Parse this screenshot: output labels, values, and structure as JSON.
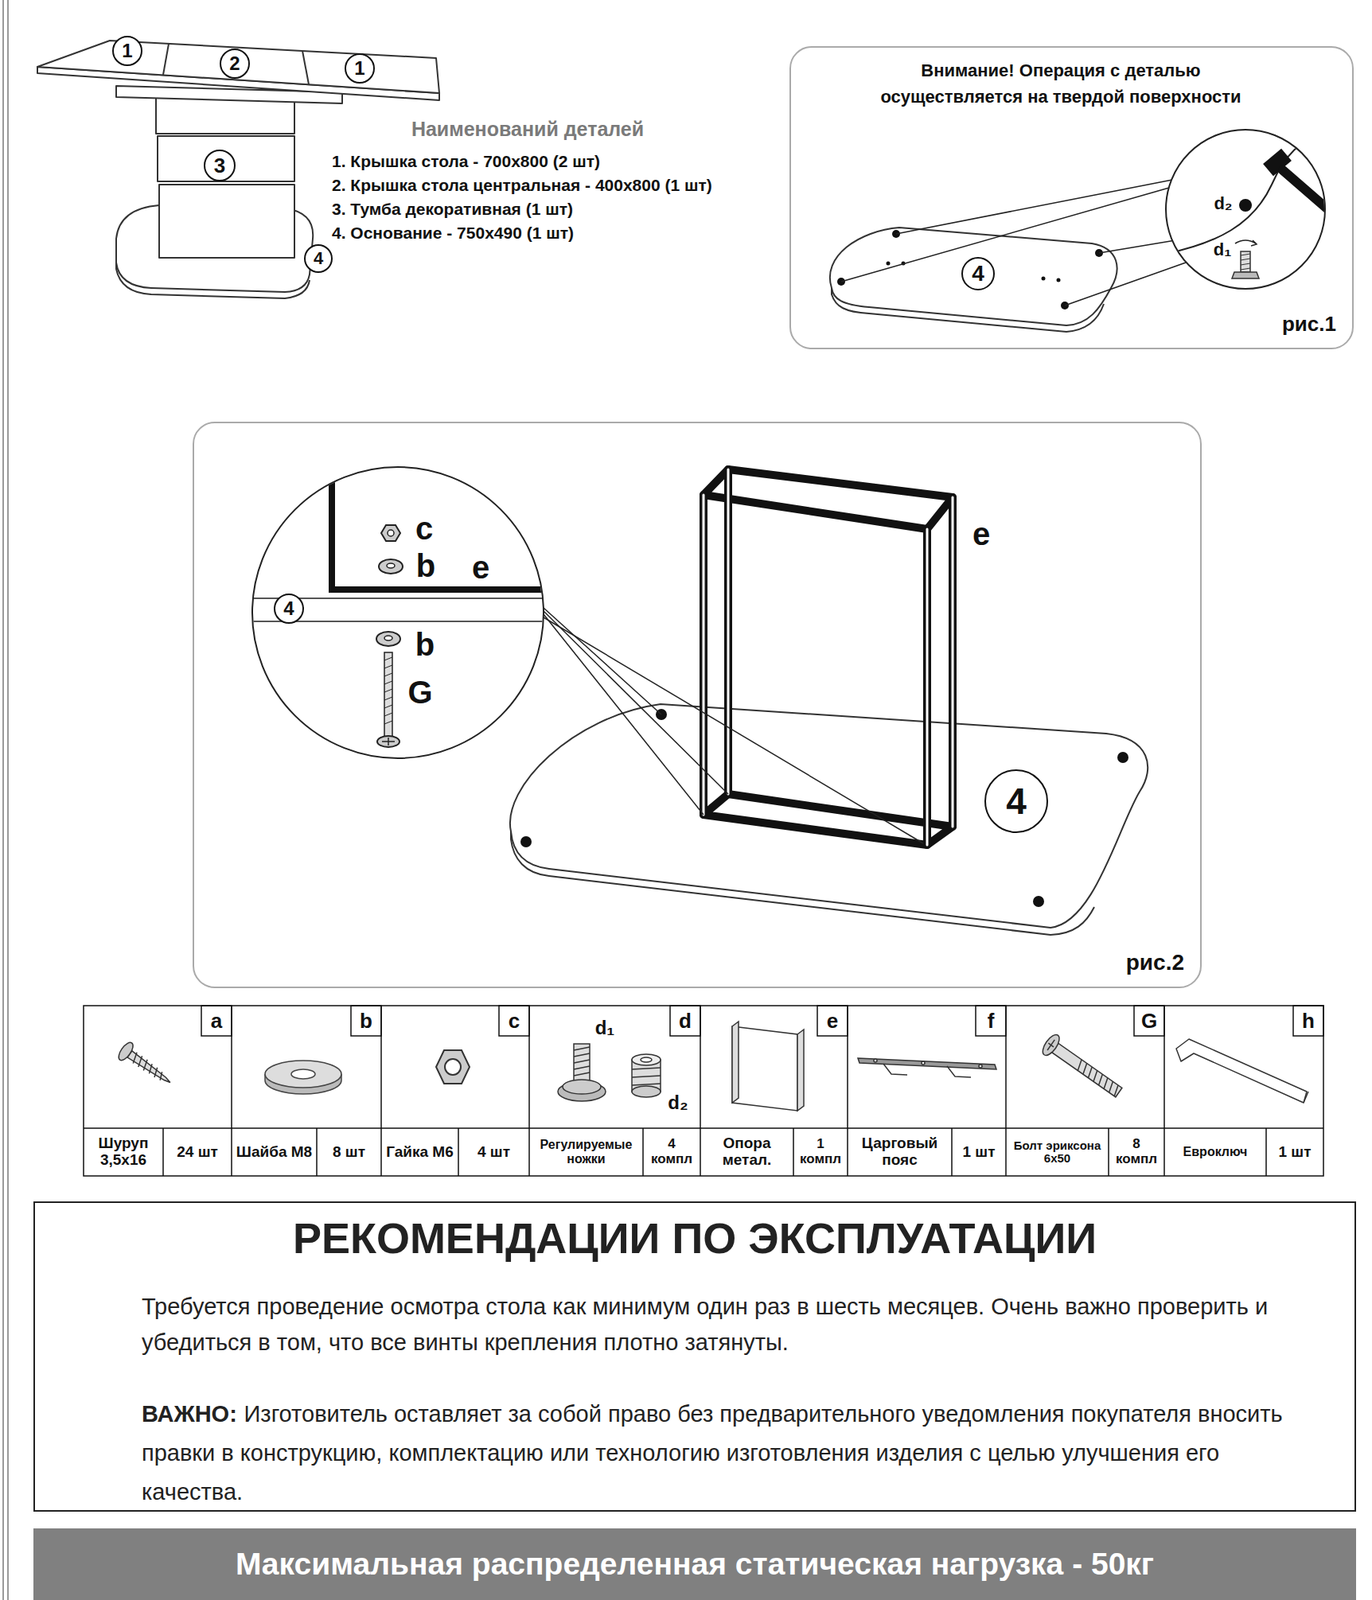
{
  "diagram": {
    "nodes": [
      {
        "text": [
          "1"
        ]
      },
      {
        "text": [
          "2"
        ]
      },
      {
        "text": [
          "1"
        ]
      },
      {
        "text": [
          "3"
        ]
      },
      {
        "text": [
          "4"
        ]
      },
      {
        "text": [
          "Внимание! Операция с деталью осуществляется на твердой поверхности",
          "рис.1"
        ]
      },
      {
        "text": [
          "4"
        ],
        "in": 5
      },
      {
        "text": [
          "рис.2"
        ]
      },
      {
        "text": [
          "4"
        ],
        "in": 7
      },
      {
        "text": [
          "4"
        ],
        "in": 7
      },
      {
        "text": [
          "РЕКОМЕНДАЦИИ ПО ЭКСПЛУАТАЦИИ",
          "Требуется проведение осмотра стола как минимум один раз в шесть месяцев. Очень важно проверить и убедиться в том, что все винты крепления плотно затянуты.",
          "ВАЖНО:",
          "Изготовитель оставляет за собой право без предварительного уведомления покупателя вносить правки в конструкцию, комплектацию или технологию изготовления изделия с целью улучшения его качества."
        ]
      },
      {
        "text": [
          "Максимальная распределенная статическая нагрузка - 50кг"
        ]
      }
    ],
    "labels": [
      "Наименований деталей",
      "1. Крышка стола - 700х800 (2 шт)",
      "2. Крышка стола центральная - 400х800 (1 шт)",
      "3. Тумба декоративная (1 шт)",
      "4. Основание - 750х490 (1 шт)",
      "d₂",
      "d₁",
      "c",
      "b",
      "e",
      "b",
      "G",
      "e",
      "a",
      "Шуруп 3,5х16",
      "24 шт",
      "b",
      "Шайба М8",
      "8 шт",
      "c",
      "Гайка М6",
      "4 шт",
      "d",
      "d₁",
      "d₂",
      "Регулируемые ножки",
      "4 компл",
      "e",
      "Опора метал.",
      "1 компл",
      "f",
      "Царговый пояс",
      "1 шт",
      "G",
      "Болт эриксона 6х50",
      "8 компл",
      "h",
      "Евроключ",
      "1 шт"
    ]
  }
}
